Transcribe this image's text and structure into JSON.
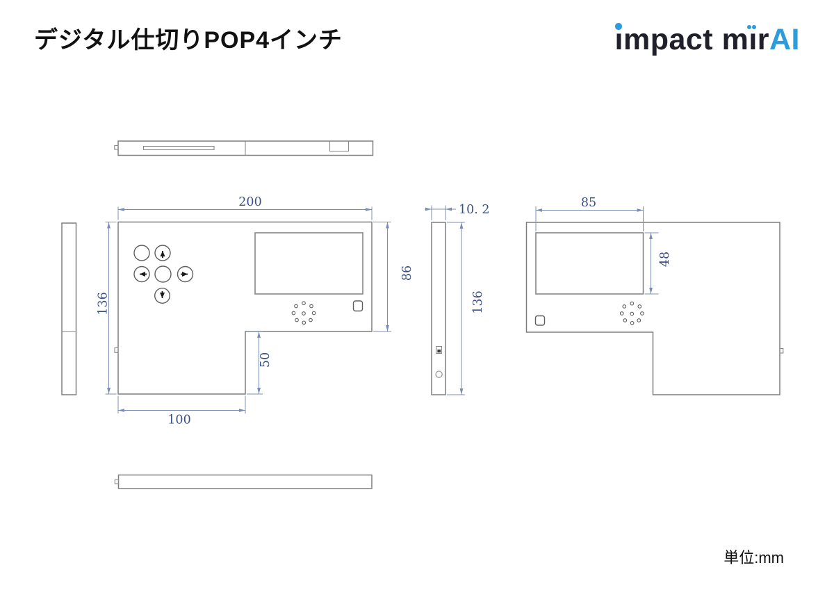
{
  "page": {
    "title": "デジタル仕切りPOP4インチ",
    "units_note": "単位:mm"
  },
  "logo": {
    "full_text": "impact mirAI",
    "segments": {
      "i1": "ı",
      "impact_rest": "mpact m",
      "i2": "ı",
      "mir_rest": "r",
      "ai": "AI"
    },
    "dark_color": "#20202a",
    "accent_color": "#2D9CDB"
  },
  "drawing": {
    "outline_color": "#7f7f7f",
    "dimension_line_color": "#7b8db4",
    "dimension_text_color": "#3b5184",
    "front": {
      "dims": {
        "width": "200",
        "height": "136",
        "right_height": "86",
        "step_height": "50",
        "step_width": "100"
      }
    },
    "side": {
      "dims": {
        "thickness": "10. 2",
        "height": "136"
      }
    },
    "back": {
      "dims": {
        "screen_width": "85",
        "screen_height": "48"
      }
    },
    "icons": {
      "buttons": [
        "blank-button",
        "up-arrow-button",
        "left-arrow-button",
        "center-button",
        "right-arrow-button",
        "down-arrow-button"
      ],
      "speaker": "speaker-holes-icon",
      "side_controls": [
        "power-switch-icon",
        "round-port-icon"
      ]
    }
  }
}
